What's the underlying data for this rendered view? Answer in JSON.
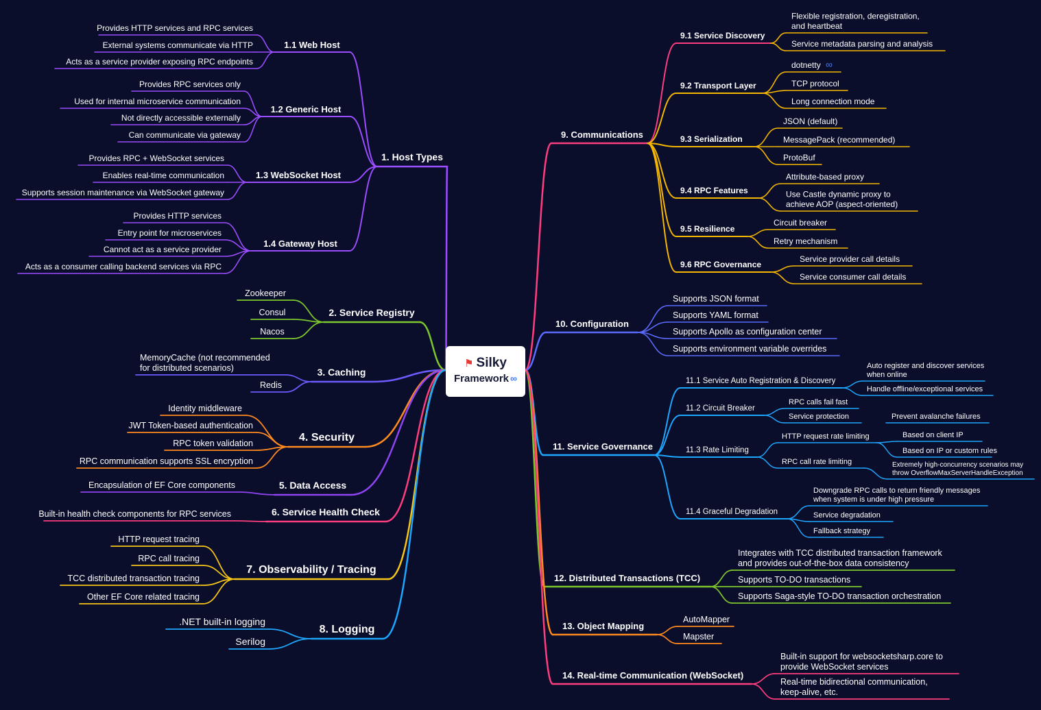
{
  "root": {
    "title": "Silky",
    "subtitle": "Framework",
    "flag_icon": "red-flag-icon",
    "link_icon": "infinity-link-icon"
  },
  "colors": {
    "background": "#0b0e2b",
    "host_types": "#9b4dff",
    "service_registry": "#7cc72c",
    "caching": "#6a5cff",
    "security": "#ff8a1f",
    "data_access": "#8e44f0",
    "health_check": "#ff3d7f",
    "observability": "#f5c518",
    "logging": "#1ea7ff",
    "communications": "#ff3d7f",
    "comm_children": "#f5b700",
    "configuration": "#5b6cff",
    "service_governance": "#1ea7ff",
    "distributed_transactions": "#7cc72c",
    "object_mapping": "#ff8a1f",
    "realtime": "#ff3d7f"
  },
  "left_branches": [
    {
      "id": "host-types",
      "label": "1. Host Types",
      "color_key": "host_types",
      "children": [
        {
          "label": "1.1 Web Host",
          "items": [
            "Provides HTTP services and RPC services",
            "External systems communicate via HTTP",
            "Acts as a service provider exposing RPC endpoints"
          ]
        },
        {
          "label": "1.2 Generic Host",
          "items": [
            "Provides RPC services only",
            "Used for internal microservice communication",
            "Not directly accessible externally",
            "Can communicate via gateway"
          ]
        },
        {
          "label": "1.3 WebSocket Host",
          "items": [
            "Provides RPC + WebSocket services",
            "Enables real-time communication",
            "Supports session maintenance via WebSocket gateway"
          ]
        },
        {
          "label": "1.4 Gateway Host",
          "items": [
            "Provides HTTP services",
            "Entry point for microservices",
            "Cannot act as a service provider",
            "Acts as a consumer calling backend services via RPC"
          ]
        }
      ]
    },
    {
      "id": "service-registry",
      "label": "2. Service Registry",
      "color_key": "service_registry",
      "items": [
        "Zookeeper",
        "Consul",
        "Nacos"
      ]
    },
    {
      "id": "caching",
      "label": "3. Caching",
      "color_key": "caching",
      "items": [
        "MemoryCache (not recommended\nfor distributed scenarios)",
        "Redis"
      ]
    },
    {
      "id": "security",
      "label": "4. Security",
      "color_key": "security",
      "items": [
        "Identity middleware",
        "JWT Token-based authentication",
        "RPC token validation",
        "RPC communication supports SSL encryption"
      ]
    },
    {
      "id": "data-access",
      "label": "5. Data Access",
      "color_key": "data_access",
      "items": [
        "Encapsulation of EF Core components"
      ]
    },
    {
      "id": "health-check",
      "label": "6. Service Health Check",
      "color_key": "health_check",
      "items": [
        "Built-in health check components for RPC services"
      ]
    },
    {
      "id": "observability",
      "label": "7. Observability / Tracing",
      "color_key": "observability",
      "items": [
        "HTTP request tracing",
        "RPC call tracing",
        "TCC distributed transaction tracing",
        "Other EF Core related tracing"
      ]
    },
    {
      "id": "logging",
      "label": "8. Logging",
      "color_key": "logging",
      "items": [
        ".NET built-in logging",
        "Serilog"
      ]
    }
  ],
  "right_branches": [
    {
      "id": "communications",
      "label": "9. Communications",
      "color_key": "communications",
      "children": [
        {
          "label": "9.1 Service Discovery",
          "items": [
            "Flexible registration, deregistration,\nand heartbeat",
            "Service metadata parsing and analysis"
          ]
        },
        {
          "label": "9.2 Transport Layer",
          "items": [
            "dotnetty",
            "TCP protocol",
            "Long connection mode"
          ]
        },
        {
          "label": "9.3 Serialization",
          "items": [
            "JSON (default)",
            "MessagePack (recommended)",
            "ProtoBuf"
          ]
        },
        {
          "label": "9.4 RPC Features",
          "items": [
            "Attribute-based proxy",
            "Use Castle dynamic proxy to\nachieve AOP (aspect-oriented)"
          ]
        },
        {
          "label": "9.5 Resilience",
          "items": [
            "Circuit breaker",
            "Retry mechanism"
          ]
        },
        {
          "label": "9.6 RPC Governance",
          "items": [
            "Service provider call details",
            "Service consumer call details"
          ]
        }
      ]
    },
    {
      "id": "configuration",
      "label": "10. Configuration",
      "color_key": "configuration",
      "items": [
        "Supports JSON format",
        "Supports YAML format",
        "Supports Apollo as configuration center",
        "Supports environment variable overrides"
      ]
    },
    {
      "id": "service-governance",
      "label": "11. Service Governance",
      "color_key": "service_governance",
      "children": [
        {
          "label": "11.1 Service Auto Registration & Discovery",
          "items": [
            "Auto register and discover services\nwhen online",
            "Handle offline/exceptional services"
          ]
        },
        {
          "label": "11.2 Circuit Breaker",
          "items": [
            "RPC calls fail fast",
            "Service protection"
          ],
          "sub": {
            "parent": 1,
            "items": [
              "Prevent avalanche failures"
            ]
          }
        },
        {
          "label": "11.3 Rate Limiting",
          "items": [
            "HTTP request rate limiting",
            "RPC call rate limiting"
          ],
          "grandchildren": [
            [
              "Based on client IP",
              "Based on IP or custom rules"
            ],
            [
              "Extremely high-concurrency scenarios may\nthrow OverflowMaxServerHandleException"
            ]
          ]
        },
        {
          "label": "11.4 Graceful Degradation",
          "items": [
            "Downgrade RPC calls to return friendly messages\nwhen system is under high pressure",
            "Service degradation",
            "Fallback strategy"
          ]
        }
      ]
    },
    {
      "id": "distributed-transactions",
      "label": "12. Distributed Transactions (TCC)",
      "color_key": "distributed_transactions",
      "items": [
        "Integrates with TCC distributed transaction framework\nand provides out-of-the-box data consistency",
        "Supports TO-DO transactions",
        "Supports Saga-style TO-DO transaction orchestration"
      ]
    },
    {
      "id": "object-mapping",
      "label": "13. Object Mapping",
      "color_key": "object_mapping",
      "items": [
        "AutoMapper",
        "Mapster"
      ]
    },
    {
      "id": "realtime",
      "label": "14. Real-time Communication (WebSocket)",
      "color_key": "realtime",
      "items": [
        "Built-in support for websocketsharp.core to\nprovide WebSocket services",
        "Real-time bidirectional communication,\nkeep-alive, etc."
      ]
    }
  ]
}
